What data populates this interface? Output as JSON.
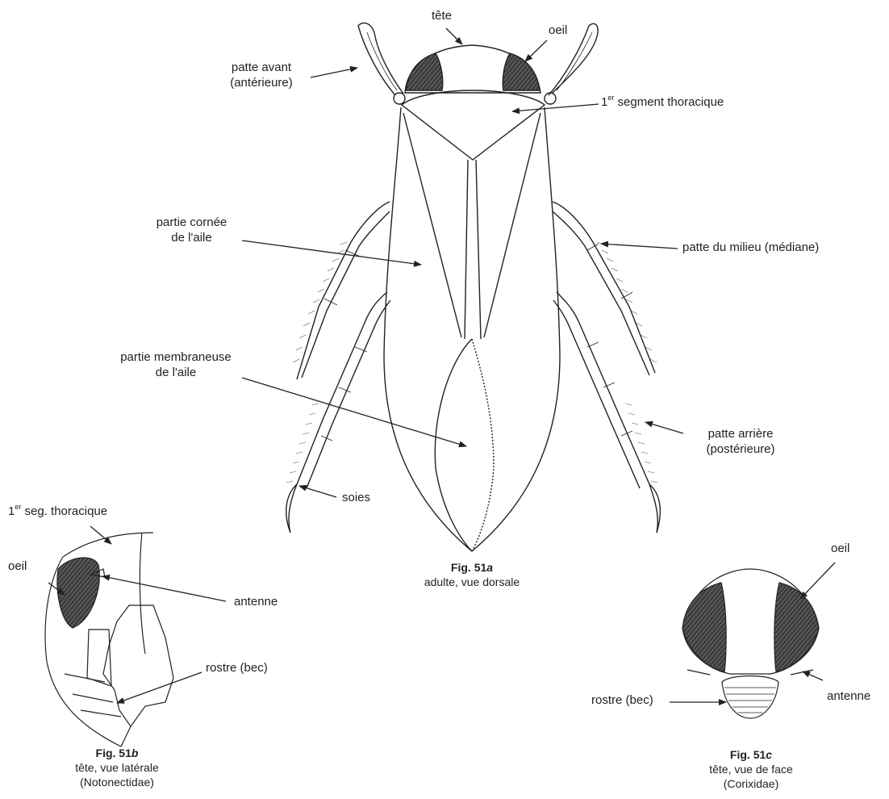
{
  "labels": {
    "tete": "tête",
    "oeil_top": "oeil",
    "patte_avant_1": "patte avant",
    "patte_avant_2": "(antérieure)",
    "segment_thoracique_prefix": "1",
    "segment_thoracique_sup": "er",
    "segment_thoracique_rest": " segment thoracique",
    "partie_cornee_1": "partie cornée",
    "partie_cornee_2": "de l'aile",
    "patte_milieu": "patte du milieu (médiane)",
    "partie_membraneuse_1": "partie membraneuse",
    "partie_membraneuse_2": "de l'aile",
    "patte_arriere_1": "patte arrière",
    "patte_arriere_2": "(postérieure)",
    "soies": "soies",
    "seg_thoracique_b_prefix": "1",
    "seg_thoracique_b_sup": "er",
    "seg_thoracique_b_rest": " seg. thoracique",
    "oeil_b": "oeil",
    "antenne_b": "antenne",
    "rostre_b": "rostre (bec)",
    "oeil_c": "oeil",
    "rostre_c": "rostre (bec)",
    "antenne_c": "antenne"
  },
  "captions": {
    "a": {
      "fig_prefix": "Fig. 51",
      "fig_letter": "a",
      "line1": "adulte, vue dorsale"
    },
    "b": {
      "fig_prefix": "Fig. 51",
      "fig_letter": "b",
      "line1": "tête, vue latérale",
      "line2": "(Notonectidae)"
    },
    "c": {
      "fig_prefix": "Fig. 51",
      "fig_letter": "c",
      "line1": "tête, vue de face",
      "line2": "(Corixidae)"
    }
  },
  "colors": {
    "line": "#222222",
    "eye_fill": "#3a3a3a"
  }
}
